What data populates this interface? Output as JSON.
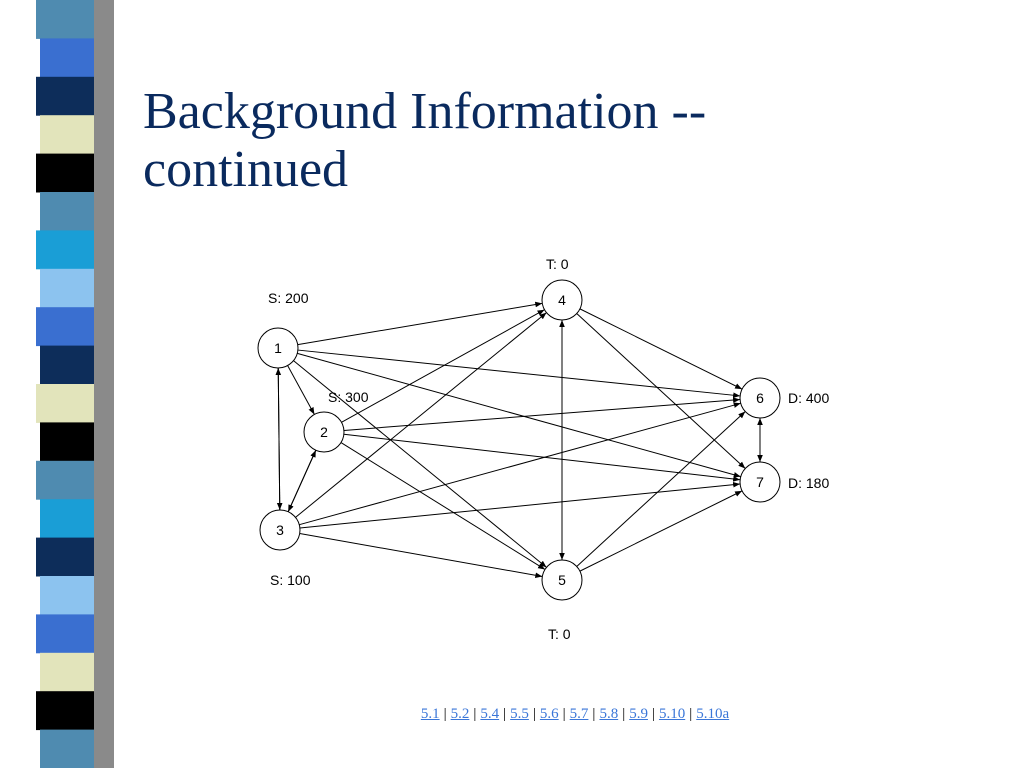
{
  "slide": {
    "title_line1": "Background Information --",
    "title_line2": "continued"
  },
  "stripe_colors": [
    "#4f8bb0",
    "#3a6fd0",
    "#0d2d5a",
    "#e2e4bb",
    "#000000",
    "#4f8bb0",
    "#1a9ed6",
    "#8cc3ef",
    "#3a6fd0",
    "#0d2d5a",
    "#e2e4bb",
    "#000000",
    "#4f8bb0",
    "#1a9ed6",
    "#0d2d5a",
    "#8cc3ef",
    "#3a6fd0",
    "#e2e4bb",
    "#000000",
    "#4f8bb0"
  ],
  "network": {
    "nodes": [
      {
        "id": "1",
        "label": "S: 200"
      },
      {
        "id": "2",
        "label": "S: 300"
      },
      {
        "id": "3",
        "label": "S: 100"
      },
      {
        "id": "4",
        "label": "T: 0"
      },
      {
        "id": "5",
        "label": "T: 0"
      },
      {
        "id": "6",
        "label": "D: 400"
      },
      {
        "id": "7",
        "label": "D: 180"
      }
    ],
    "edges": [
      [
        "1",
        "4"
      ],
      [
        "1",
        "6"
      ],
      [
        "1",
        "7"
      ],
      [
        "1",
        "5"
      ],
      [
        "1",
        "2"
      ],
      [
        "1",
        "3"
      ],
      [
        "2",
        "4"
      ],
      [
        "2",
        "5"
      ],
      [
        "2",
        "6"
      ],
      [
        "2",
        "7"
      ],
      [
        "2",
        "3"
      ],
      [
        "3",
        "1"
      ],
      [
        "3",
        "4"
      ],
      [
        "3",
        "5"
      ],
      [
        "3",
        "6"
      ],
      [
        "3",
        "7"
      ],
      [
        "3",
        "2"
      ],
      [
        "4",
        "5"
      ],
      [
        "4",
        "6"
      ],
      [
        "4",
        "7"
      ],
      [
        "5",
        "4"
      ],
      [
        "5",
        "6"
      ],
      [
        "5",
        "7"
      ],
      [
        "6",
        "7"
      ],
      [
        "7",
        "6"
      ]
    ]
  },
  "nav_links": [
    "5.1",
    "5.2",
    "5.4",
    "5.5",
    "5.6",
    "5.7",
    "5.8",
    "5.9",
    "5.10",
    "5.10a"
  ],
  "nav_separator": "|"
}
